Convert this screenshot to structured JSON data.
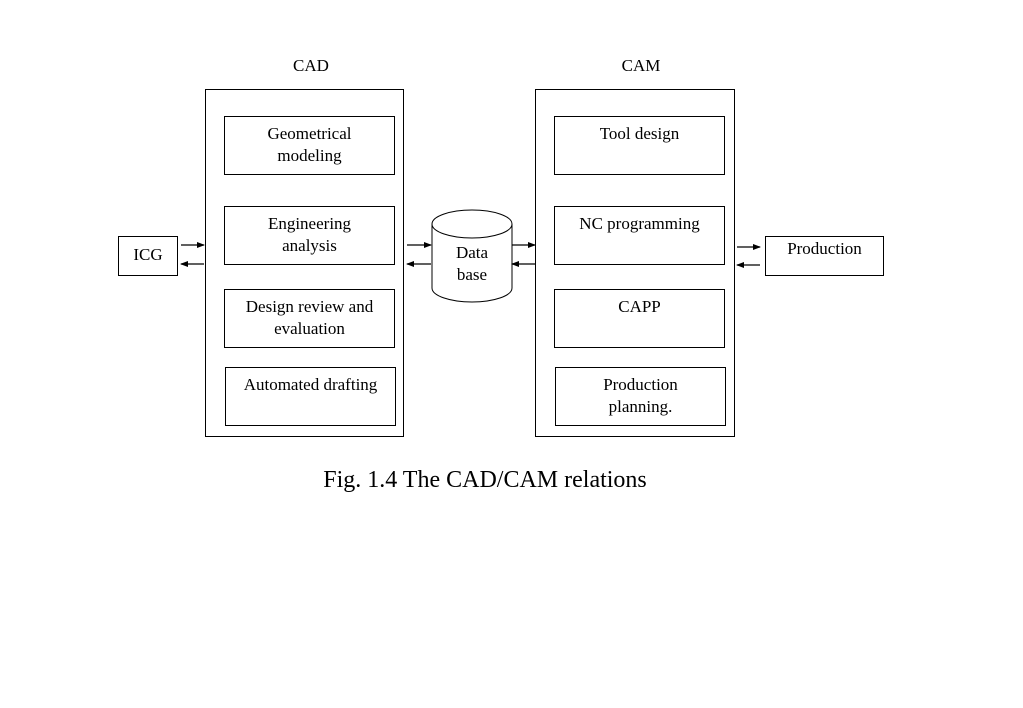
{
  "cad": {
    "title": "CAD",
    "items": [
      "Geometrical\nmodeling",
      "Engineering\nanalysis",
      "Design review and\nevaluation",
      "Automated drafting"
    ]
  },
  "cam": {
    "title": "CAM",
    "items": [
      "Tool design",
      "NC programming",
      "CAPP",
      "Production\nplanning."
    ]
  },
  "database": {
    "label": "Data\nbase"
  },
  "left_node": {
    "label": "ICG"
  },
  "right_node": {
    "label": "Production"
  },
  "caption": "Fig. 1.4 The CAD/CAM relations"
}
